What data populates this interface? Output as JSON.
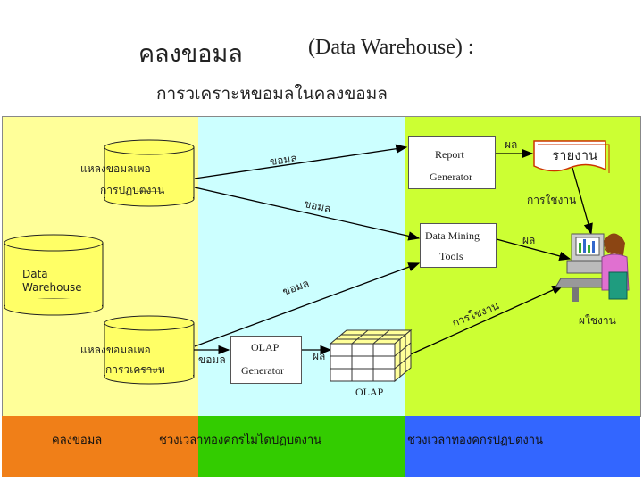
{
  "title_th": "คลงขอมล",
  "title_en": "(Data Warehouse) :",
  "subtitle": "การวเคราะหขอมลในคลงขอมล",
  "db_operational": [
    "แหลงขอมลเพอ",
    "การปฏบตงาน"
  ],
  "db_analysis": [
    "แหลงขอมลเพอ",
    "การวเคราะห"
  ],
  "data_warehouse": [
    "Data",
    "Warehouse"
  ],
  "report_generator": [
    "Report",
    "Generator"
  ],
  "data_mining": [
    "Data Mining",
    "Tools"
  ],
  "olap_generator": [
    "OLAP",
    "Generator"
  ],
  "olap_cube_label": "OLAP",
  "report_doc": "รายงาน",
  "labels": {
    "data1": "ขอมล",
    "data2": "ขอมล",
    "data3": "ขอมล",
    "data4": "ขอมล",
    "result1": "ผล",
    "result2": "ผล",
    "result3": "ผล",
    "use1": "การใชงาน",
    "use2": "การใชงาน",
    "user": "ผใชงาน"
  },
  "bottom": {
    "left": "คลงขอมล",
    "mid": "ชวงเวลาทองคกรไมไดปฏบตงาน",
    "right": "ชวงเวลาทองคกรปฏบตงาน"
  },
  "colors": {
    "left_panel": "#ffff99",
    "mid_panel": "#ccffff",
    "right_panel": "#ccff33",
    "bottom_left": "#f07f18",
    "bottom_mid": "#33cc00",
    "bottom_right": "#3366ff",
    "database": "#ffff66"
  }
}
